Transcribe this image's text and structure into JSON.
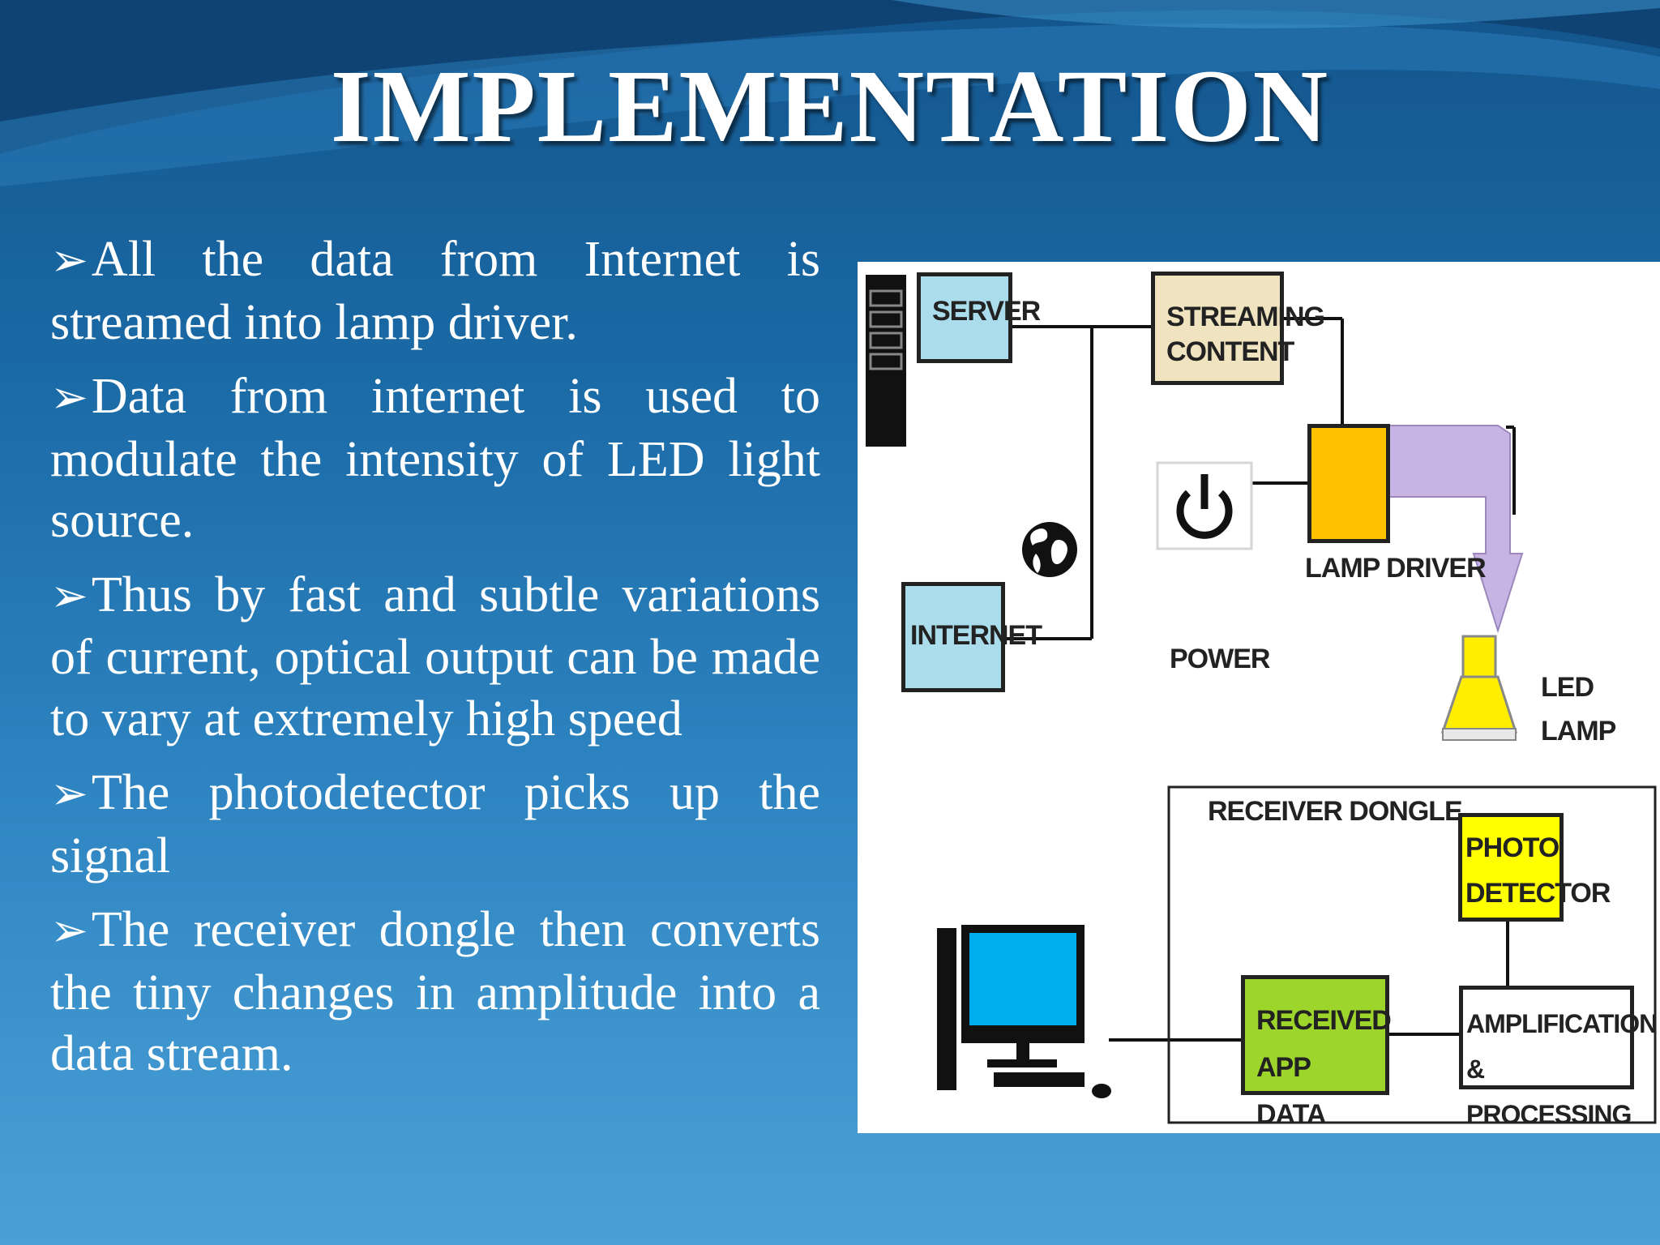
{
  "title": "IMPLEMENTATION",
  "bullets": [
    "All the data from Internet is streamed into lamp driver.",
    "Data from internet is used to modulate the intensity of LED light source.",
    "Thus by fast and subtle variations of current, optical output can be made to vary at extremely high speed",
    "The photodetector picks up the signal",
    "The receiver dongle then converts the tiny changes in amplitude into a data stream."
  ],
  "diagram": {
    "server": "SERVER",
    "streaming": [
      "STREAMING",
      "CONTENT"
    ],
    "internet": "INTERNET",
    "power": "POWER",
    "lamp_driver": "LAMP DRIVER",
    "led_lamp": [
      "LED",
      "LAMP"
    ],
    "receiver_dongle": "RECEIVER DONGLE",
    "photo_detector": [
      "PHOTO",
      "DETECTOR"
    ],
    "received_app_data": [
      "RECEIVED APP",
      "DATA"
    ],
    "amplification": [
      "AMPLIFICATION &",
      "PROCESSING"
    ]
  },
  "colors": {
    "server_box": "#aadcec",
    "streaming_box": "#efe4bf",
    "lamp_driver_box": "#ffc000",
    "photo_detector_box": "#ffff00",
    "received_app_box": "#9ed52a",
    "arrow": "#c8b4e4",
    "lamp": "#ffee00"
  }
}
